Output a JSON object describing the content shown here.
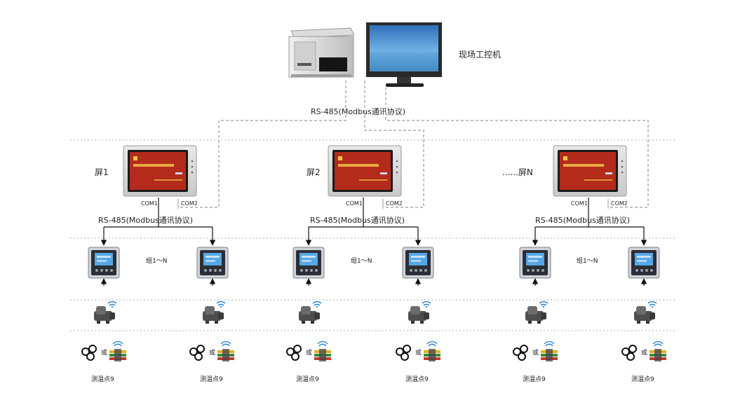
{
  "pc_label": "现场工控机",
  "main_bus_label": "RS-485(Modbus通讯协议)",
  "groups": [
    {
      "screen_label": "屏1",
      "bus_label": "RS-485(Modbus通讯协议)",
      "group_label": "组1～N",
      "com1": "COM1",
      "com2": "COM2",
      "left_point": "测温点9",
      "right_point": "测温点9"
    },
    {
      "screen_label": "屏2",
      "bus_label": "RS-485(Modbus通讯协议)",
      "group_label": "组1～N",
      "com1": "COM1",
      "com2": "COM2",
      "left_point": "测温点9",
      "right_point": "测温点9"
    },
    {
      "screen_label": "......屏N",
      "bus_label": "RS-485(Modbus通讯协议)",
      "group_label": "组1～N",
      "com1": "COM1",
      "com2": "COM2",
      "left_point": "测温点9",
      "right_point": "测温点9"
    }
  ],
  "or_label": "或",
  "colors": {
    "screen_frame": "#d9d9d9",
    "screen_display": "#b42b1b",
    "monitor_sky": "#3f8fd6",
    "dashed_line": "#9a9a9a",
    "separator": "#b0b0b0"
  }
}
